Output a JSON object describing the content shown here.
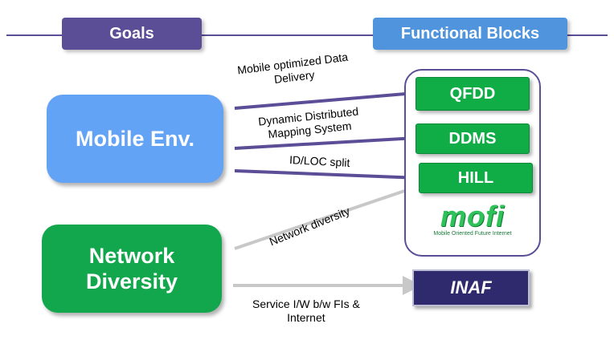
{
  "header": {
    "goals_label": "Goals",
    "functional_blocks_label": "Functional Blocks"
  },
  "goals": {
    "mobile": "Mobile Env.",
    "network_line1": "Network",
    "network_line2": "Diversity"
  },
  "blocks": {
    "qfdd": "QFDD",
    "ddms": "DDMS",
    "hill": "HILL",
    "inaf": "INAF"
  },
  "logo": {
    "word": "mofi",
    "subtitle": "Mobile Oriented Future Internet"
  },
  "arrow_labels": {
    "qfdd_line1": "Mobile optimized Data",
    "qfdd_line2": "Delivery",
    "ddms_line1": "Dynamic Distributed",
    "ddms_line2": "Mapping System",
    "hill": "ID/LOC split",
    "network": "Network diversity",
    "inaf_line1": "Service I/W b/w FIs &",
    "inaf_line2": "Internet"
  },
  "colors": {
    "goals_tab": "#5c4d97",
    "functional_tab": "#4f94dc",
    "mobile_goal": "#63a3f5",
    "network_goal": "#13a74d",
    "block_green": "#10ad47",
    "inaf": "#2f2a6e",
    "purple_arrow": "#5c4d97",
    "grey_arrow": "#c8c8c8"
  }
}
